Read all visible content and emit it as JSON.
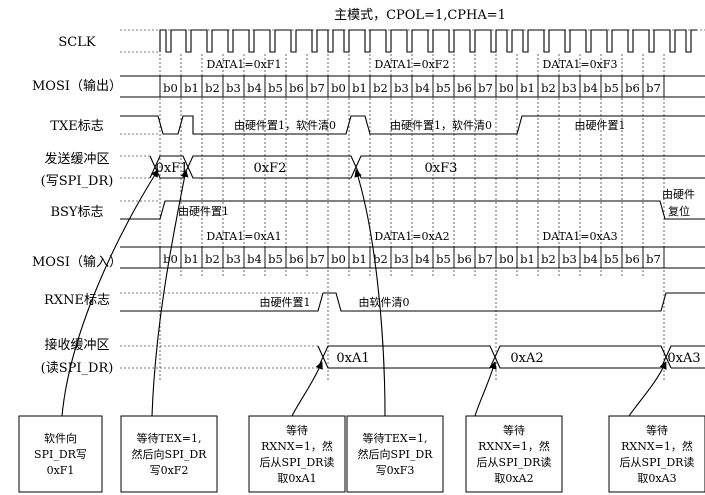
{
  "title": "主模式，CPOL=1,CPHA=1",
  "signals": {
    "sclk": "SCLK",
    "mosi_out": "MOSI（输出）",
    "txe": "TXE标志",
    "tx_buf_1": "发送缓冲区",
    "tx_buf_2": "(写SPI_DR)",
    "bsy": "BSY标志",
    "mosi_in": "MOSI（输入）",
    "rxne": "RXNE标志",
    "rx_buf_1": "接收缓冲区",
    "rx_buf_2": "(读SPI_DR)"
  },
  "bits": [
    "b0",
    "b1",
    "b2",
    "b3",
    "b4",
    "b5",
    "b6",
    "b7"
  ],
  "tx_frames": [
    "DATA1=0xF1",
    "DATA1=0xF2",
    "DATA1=0xF3"
  ],
  "rx_frames": [
    "DATA1=0xA1",
    "DATA1=0xA2",
    "DATA1=0xA3"
  ],
  "txe_labels": [
    "由硬件置1，软件清0",
    "由硬件置1，软件清0",
    "由硬件置1"
  ],
  "tx_buf_values": [
    "0xF1",
    "0xF2",
    "0xF3"
  ],
  "bsy_labels": {
    "set": "由硬件置1",
    "reset_1": "由硬件",
    "reset_2": "复位"
  },
  "rxne_labels": [
    "由硬件置1",
    "由软件清0"
  ],
  "rx_buf_values": [
    "0xA1",
    "0xA2",
    "0xA3"
  ],
  "notes": [
    [
      "软件向",
      "SPI_DR写",
      "0xF1"
    ],
    [
      "等待TEX=1,",
      "然后向SPI_DR",
      "写0xF2"
    ],
    [
      "等待",
      "RXNX=1，然",
      "后从SPI_DR读",
      "取0xA1"
    ],
    [
      "等待TEX=1,",
      "然后向SPI_DR",
      "写0xF3"
    ],
    [
      "等待",
      "RXNX=1，然",
      "后从SPI_DR读",
      "取0xA2"
    ],
    [
      "等待",
      "RXNX=1，然",
      "后从SPI_DR读",
      "取0xA3"
    ]
  ]
}
